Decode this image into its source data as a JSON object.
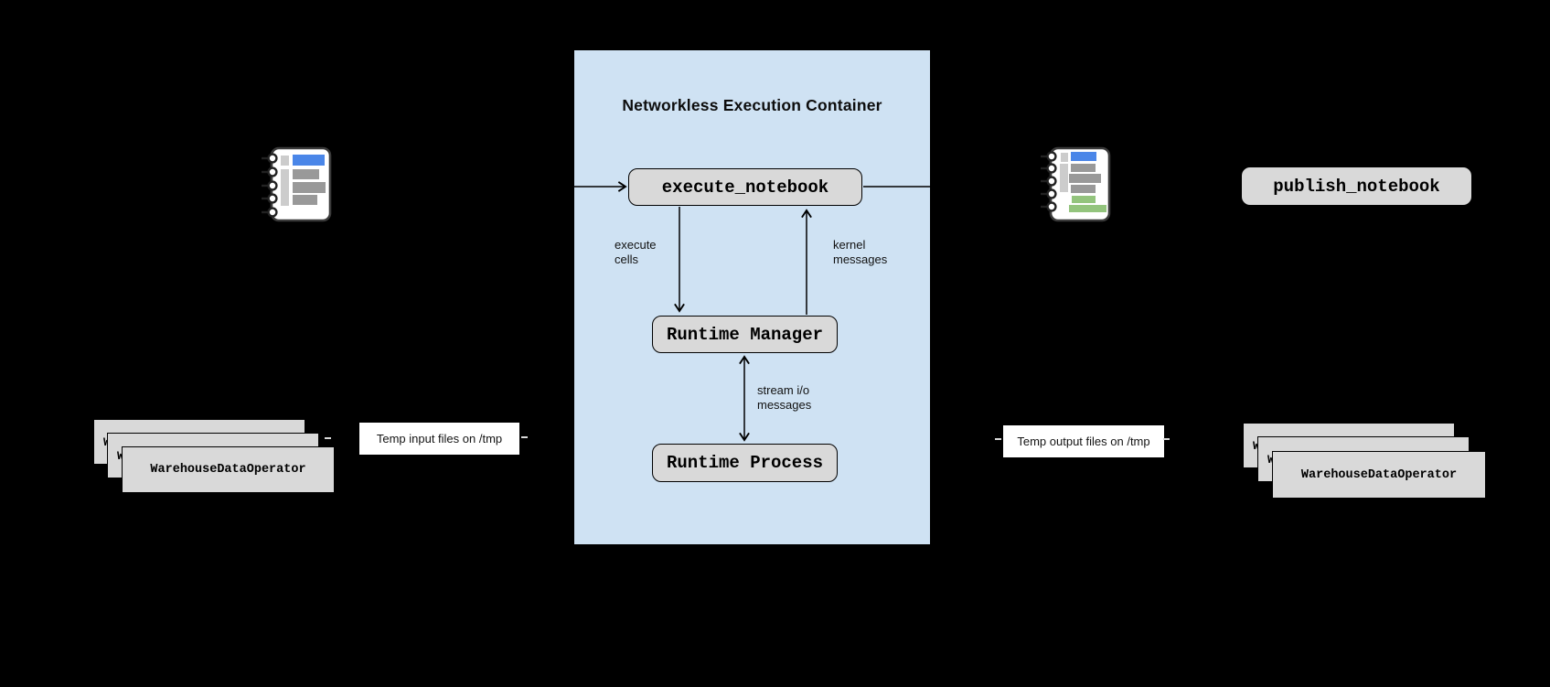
{
  "container": {
    "title": "Networkless Execution Container",
    "nodes": {
      "execute_notebook": "execute_notebook",
      "runtime_manager": "Runtime Manager",
      "runtime_process": "Runtime Process"
    },
    "edge_labels": {
      "execute_cells": [
        "execute",
        "cells"
      ],
      "kernel_messages": [
        "kernel",
        "messages"
      ],
      "stream_io": [
        "stream i/o",
        "messages"
      ]
    }
  },
  "input_side": {
    "notebook_icon": "input-notebook-icon",
    "temp_files_label": "Temp input files on /tmp",
    "operator_stack": {
      "box_count": 3,
      "visible_label": "WarehouseDataOperator",
      "stacked_hidden_label": "WarehouseDataOperator"
    }
  },
  "output_side": {
    "notebook_icon": "output-notebook-icon",
    "publish_node": "publish_notebook",
    "temp_files_label": "Temp output files on /tmp",
    "operator_stack": {
      "box_count": 3,
      "visible_label": "WarehouseDataOperator",
      "stacked_hidden_label": "WarehouseDataOperator"
    }
  },
  "colors": {
    "background": "#000000",
    "container_bg": "#cfe2f3",
    "node_fill": "#d9d9d9",
    "node_border": "#000000",
    "arrow": "#000000",
    "temp_label_bg": "#ffffff",
    "notebook_body": "#ffffff",
    "notebook_border": "#3a3a3a",
    "notebook_blue": "#4a86e8",
    "notebook_gray": "#999999",
    "notebook_lightgray": "#cccccc",
    "notebook_green": "#93c47d"
  }
}
